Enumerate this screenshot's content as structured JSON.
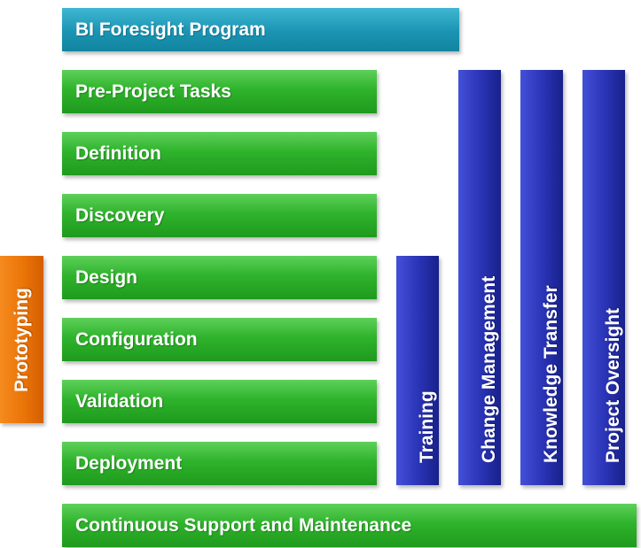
{
  "program": {
    "label": "BI Foresight Program"
  },
  "phases": [
    {
      "label": "Pre-Project Tasks"
    },
    {
      "label": "Definition"
    },
    {
      "label": "Discovery"
    },
    {
      "label": "Design"
    },
    {
      "label": "Configuration"
    },
    {
      "label": "Validation"
    },
    {
      "label": "Deployment"
    }
  ],
  "support": {
    "label": "Continuous Support and Maintenance"
  },
  "prototyping": {
    "label": "Prototyping"
  },
  "pillars": [
    {
      "label": "Training"
    },
    {
      "label": "Change Management"
    },
    {
      "label": "Knowledge Transfer"
    },
    {
      "label": "Project Oversight"
    }
  ],
  "colors": {
    "program": "#1a94b3",
    "phase": "#2fb32c",
    "pillar": "#2b35b8",
    "prototyping": "#ea7408"
  }
}
